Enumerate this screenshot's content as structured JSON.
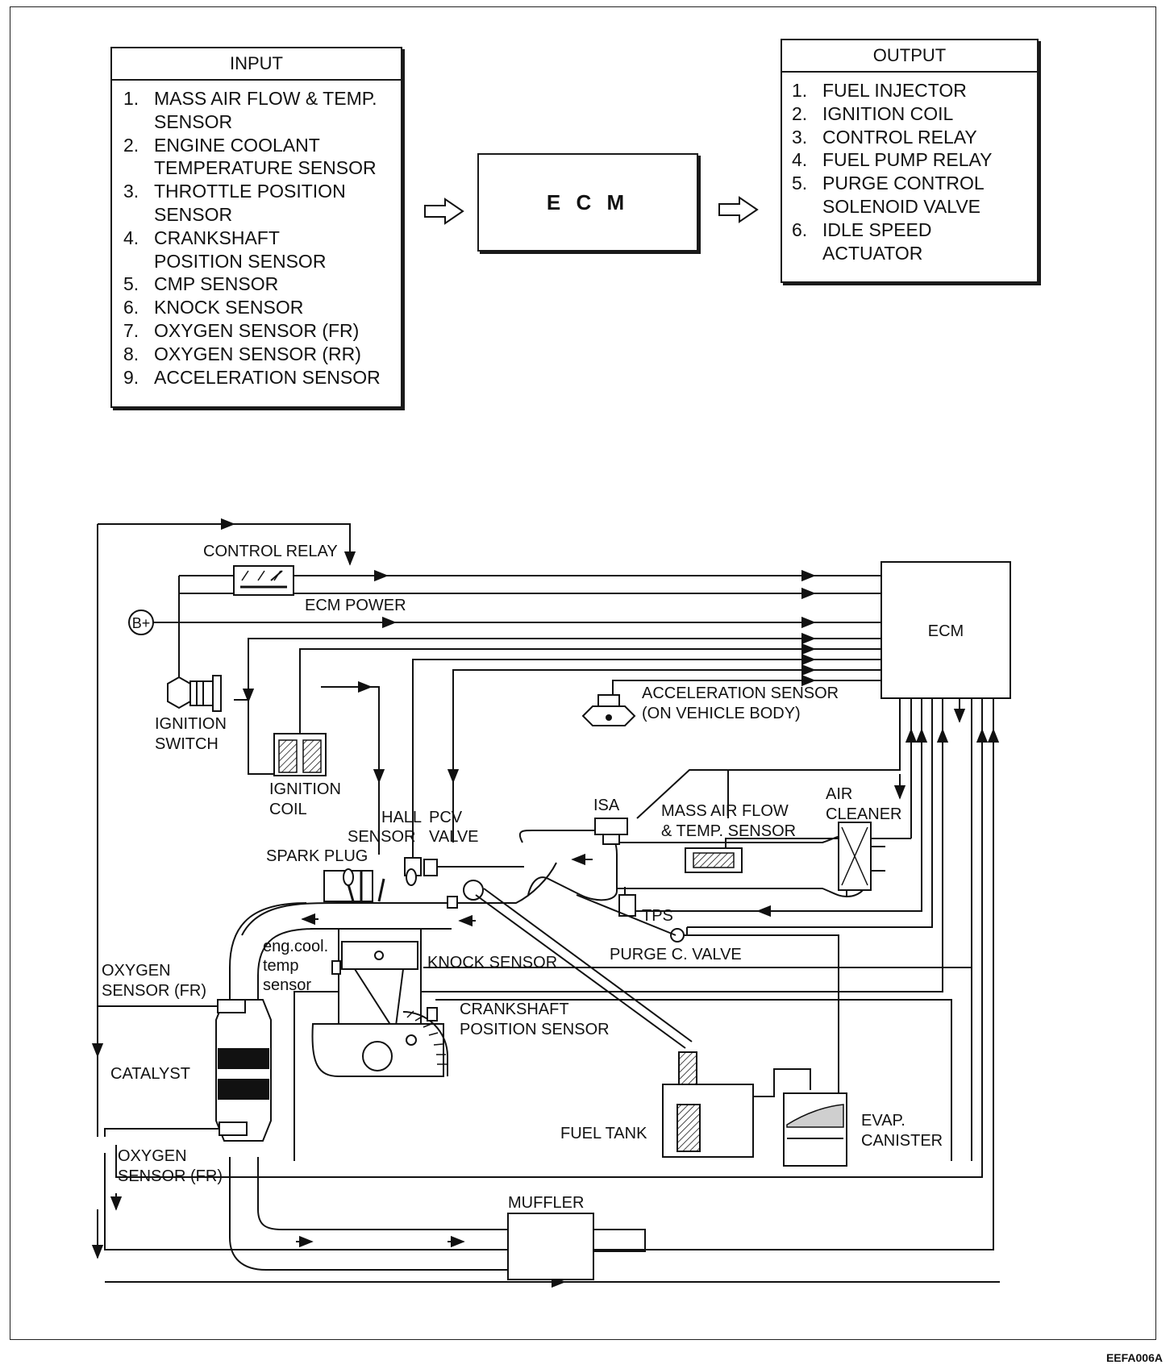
{
  "input": {
    "title": "INPUT",
    "items": [
      {
        "num": "1.",
        "text": "MASS AIR FLOW & TEMP.\nSENSOR"
      },
      {
        "num": "2.",
        "text": "ENGINE COOLANT\nTEMPERATURE SENSOR"
      },
      {
        "num": "3.",
        "text": "THROTTLE POSITION\nSENSOR"
      },
      {
        "num": "4.",
        "text": "CRANKSHAFT\nPOSITION SENSOR"
      },
      {
        "num": "5.",
        "text": "CMP SENSOR"
      },
      {
        "num": "6.",
        "text": "KNOCK SENSOR"
      },
      {
        "num": "7.",
        "text": "OXYGEN SENSOR (FR)"
      },
      {
        "num": "8.",
        "text": "OXYGEN SENSOR (RR)"
      },
      {
        "num": "9.",
        "text": "ACCELERATION SENSOR"
      }
    ]
  },
  "ecm_block": {
    "label": "E C M"
  },
  "output": {
    "title": "OUTPUT",
    "items": [
      {
        "num": "1.",
        "text": "FUEL INJECTOR"
      },
      {
        "num": "2.",
        "text": "IGNITION COIL"
      },
      {
        "num": "3.",
        "text": "CONTROL RELAY"
      },
      {
        "num": "4.",
        "text": "FUEL PUMP RELAY"
      },
      {
        "num": "5.",
        "text": "PURGE CONTROL\nSOLENOID VALVE"
      },
      {
        "num": "6.",
        "text": "IDLE SPEED\nACTUATOR"
      }
    ]
  },
  "schematic": {
    "control_relay": "CONTROL RELAY",
    "ecm_power": "ECM POWER",
    "battery": "B+",
    "ecm": "ECM",
    "ignition_switch": [
      "IGNITION",
      "SWITCH"
    ],
    "ignition_coil": [
      "IGNITION",
      "COIL"
    ],
    "acceleration_sensor": [
      "ACCELERATION SENSOR",
      "(ON VEHICLE BODY)"
    ],
    "isa": "ISA",
    "maf_sensor": [
      "MASS AIR FLOW",
      "& TEMP. SENSOR"
    ],
    "air_cleaner": [
      "AIR",
      "CLEANER"
    ],
    "hall_sensor": [
      "HALL",
      "SENSOR"
    ],
    "pcv_valve": [
      "PCV",
      "VALVE"
    ],
    "spark_plug": "SPARK PLUG",
    "tps": "TPS",
    "purge_valve": "PURGE C. VALVE",
    "coolant_temp": [
      "eng.cool.",
      "temp",
      "sensor"
    ],
    "knock_sensor": "KNOCK SENSOR",
    "crankshaft_sensor": [
      "CRANKSHAFT",
      "POSITION SENSOR"
    ],
    "oxygen_front": [
      "OXYGEN",
      "SENSOR (FR)"
    ],
    "oxygen_rear": [
      "OXYGEN",
      "SENSOR (FR)"
    ],
    "catalyst": "CATALYST",
    "fuel_tank": "FUEL TANK",
    "evap_canister": [
      "EVAP.",
      "CANISTER"
    ],
    "muffler": "MUFFLER"
  },
  "footer_code": "EEFA006A"
}
